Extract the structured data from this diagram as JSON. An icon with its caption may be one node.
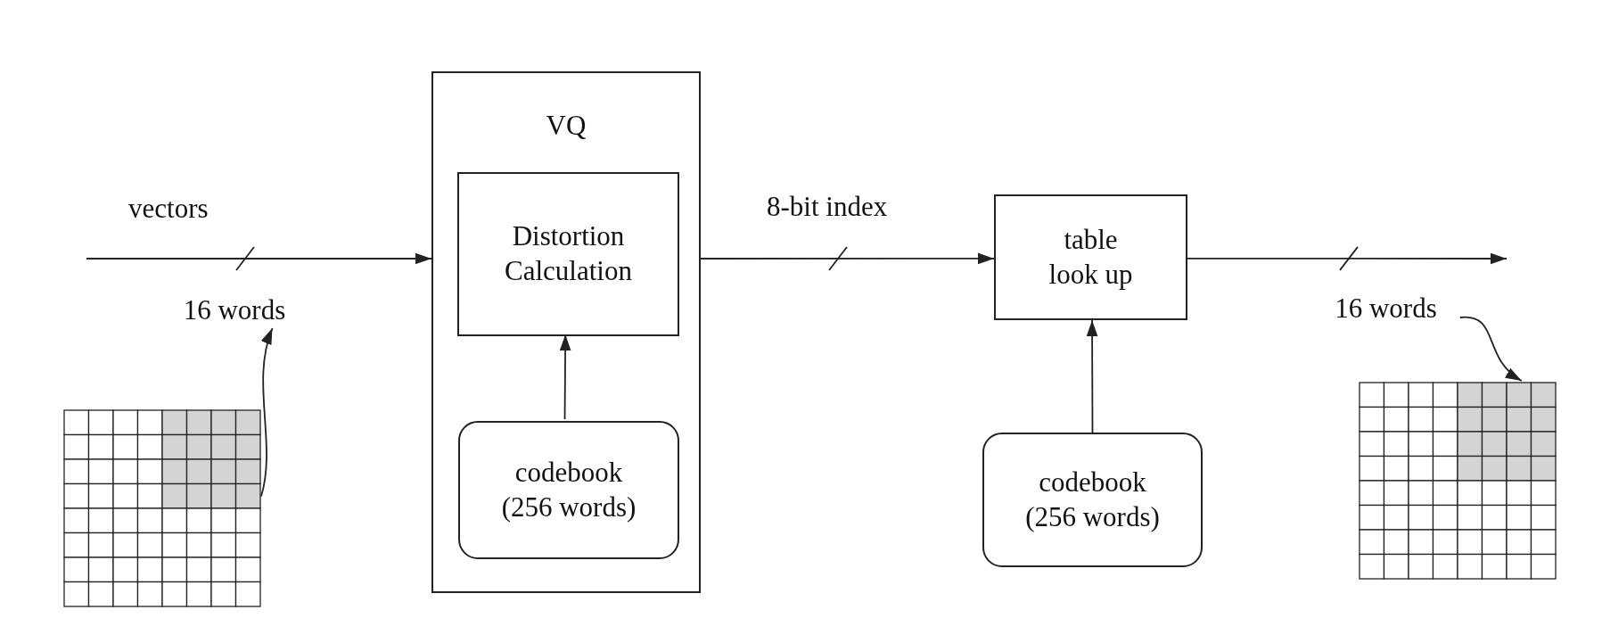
{
  "diagram": {
    "nodes": [
      {
        "text": [
          "VQ"
        ]
      },
      {
        "text": [
          "Distortion Calculation"
        ],
        "in": 0
      },
      {
        "text": [
          "codebook (256 words)"
        ],
        "in": 0
      },
      {
        "text": [
          "table look up"
        ]
      },
      {
        "text": [
          "codebook (256 words)"
        ]
      },
      {
        "text": [
          "16 words"
        ]
      },
      {
        "text": [],
        "shape": "grid"
      },
      {
        "text": [
          "16 words"
        ]
      },
      {
        "text": [],
        "shape": "grid"
      }
    ],
    "edges": [
      {
        "from": null,
        "to": 0,
        "arrow": "to",
        "label": "vectors"
      },
      {
        "from": 2,
        "to": 1,
        "arrow": "to"
      },
      {
        "from": 0,
        "to": 3,
        "arrow": "to",
        "label": "8-bit index"
      },
      {
        "from": 4,
        "to": 3,
        "arrow": "to"
      },
      {
        "from": 3,
        "to": null,
        "arrow": "to"
      },
      {
        "from": 6,
        "to": 5,
        "arrow": "to"
      },
      {
        "from": 7,
        "to": 8,
        "arrow": "to"
      }
    ]
  }
}
